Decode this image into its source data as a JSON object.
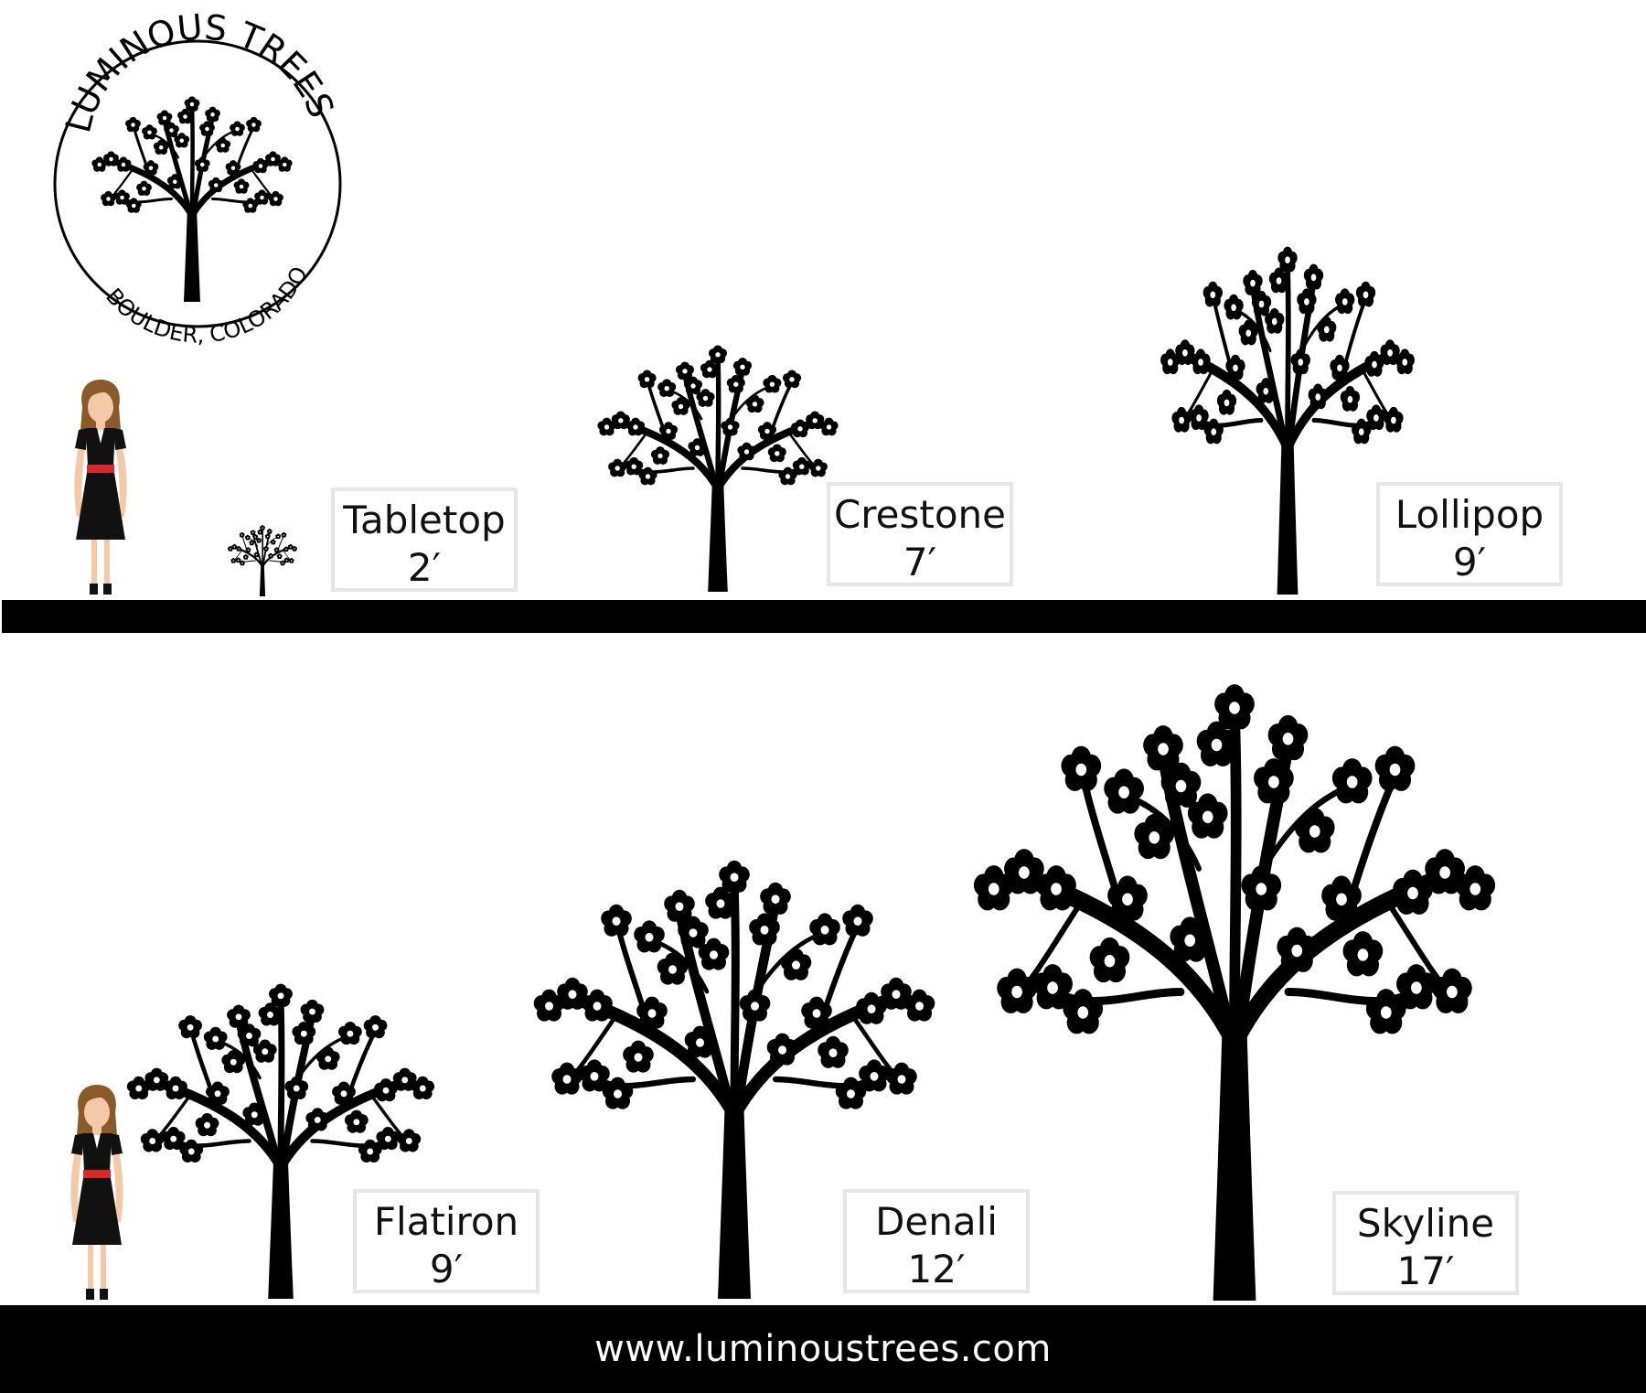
{
  "logo": {
    "arc_text_top": "LUMINOUS TREES",
    "arc_text_bottom": "BOULDER, COLORADO"
  },
  "trees": [
    {
      "name": "Tabletop",
      "height": "2′"
    },
    {
      "name": "Crestone",
      "height": "7′"
    },
    {
      "name": "Lollipop",
      "height": "9′"
    },
    {
      "name": "Flatiron",
      "height": "9′"
    },
    {
      "name": "Denali",
      "height": "12′"
    },
    {
      "name": "Skyline",
      "height": "17′"
    }
  ],
  "footer": {
    "url": "www.luminoustrees.com"
  },
  "colors": {
    "tree": "#000000",
    "belt": "#d9272e",
    "label_border": "#e6e6e6"
  }
}
